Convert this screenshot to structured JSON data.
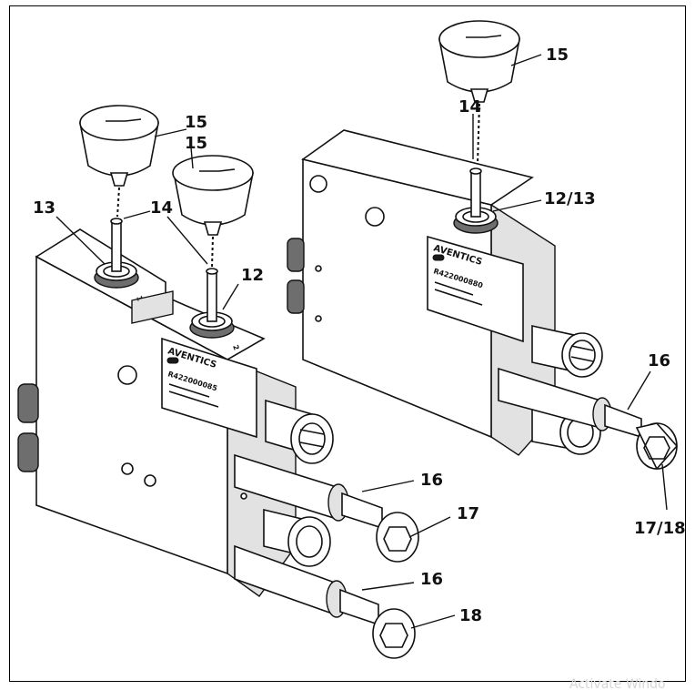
{
  "diagram": {
    "callouts": {
      "c13": "13",
      "c14_left": "14",
      "c15_left_a": "15",
      "c15_left_b": "15",
      "c12": "12",
      "c16_a": "16",
      "c17": "17",
      "c16_b": "16",
      "c18": "18",
      "c15_right": "15",
      "c14_right": "14",
      "c12_13": "12/13",
      "c16_right": "16",
      "c17_18": "17/18"
    },
    "labels": {
      "brand_left": "AVENTICS",
      "part_left": "R422000085",
      "brand_right": "AVENTICS",
      "part_right": "R422000880",
      "port_mark_1": "1",
      "port_mark_2": "2"
    },
    "watermark": "Activate Windo"
  }
}
